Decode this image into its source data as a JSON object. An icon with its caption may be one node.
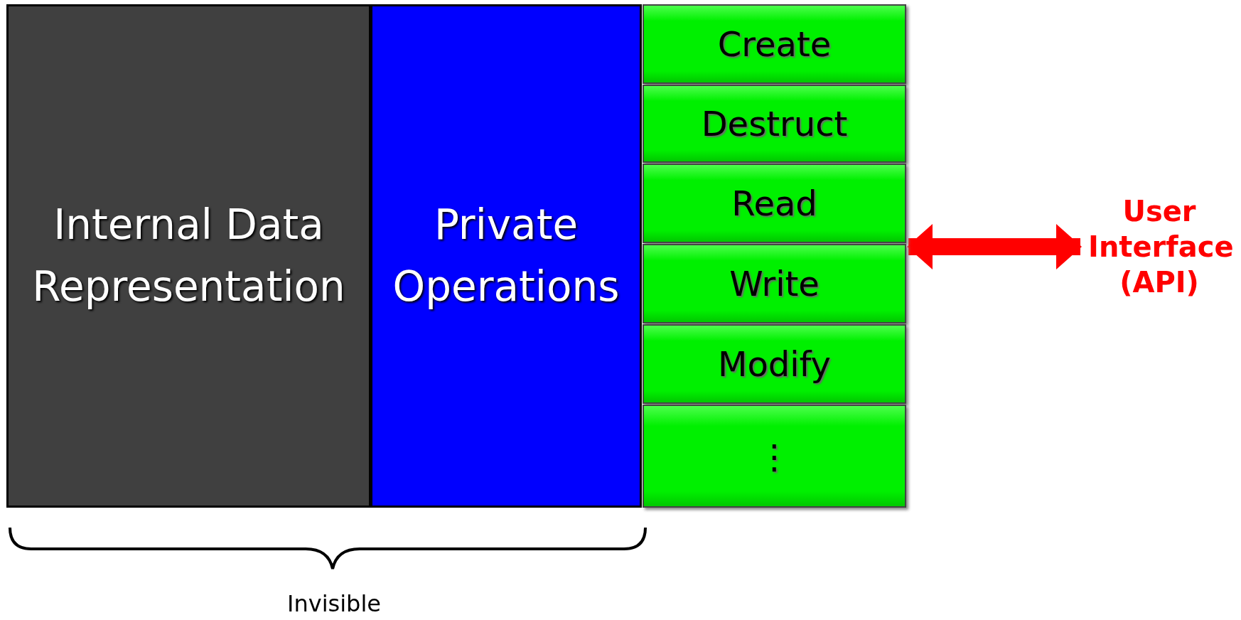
{
  "diagram": {
    "nodes": [
      {
        "text": [
          "Internal Data Representation"
        ]
      },
      {
        "text": [
          "Private Operations"
        ]
      },
      {
        "text": [
          "Create"
        ]
      },
      {
        "text": [
          "Destruct"
        ]
      },
      {
        "text": [
          "Read"
        ]
      },
      {
        "text": [
          "Write"
        ]
      },
      {
        "text": [
          "Modify"
        ]
      },
      {
        "text": [
          "⋮"
        ]
      },
      {
        "text": [
          "User Interface (API)"
        ]
      }
    ],
    "edges": [
      {
        "from": 4,
        "to": 8,
        "arrow": "both"
      }
    ],
    "labels": [
      "Invisible"
    ]
  }
}
